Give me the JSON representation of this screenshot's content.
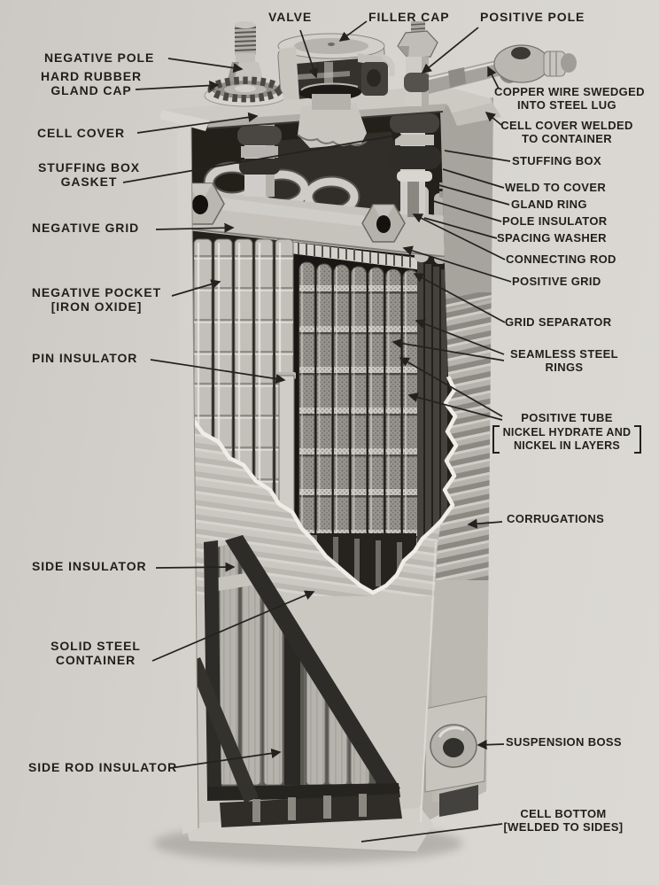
{
  "figure": {
    "type": "cutaway-technical-diagram",
    "colors": {
      "background": "#d4d1cc",
      "ink": "#22201d",
      "metal_light": "#cdcac4",
      "metal_mid": "#9a9792",
      "interior_dark": "#232019"
    }
  },
  "labels": {
    "valve": {
      "lines": [
        "VALVE"
      ]
    },
    "filler_cap": {
      "lines": [
        "FILLER CAP"
      ]
    },
    "positive_pole": {
      "lines": [
        "POSITIVE POLE"
      ]
    },
    "copper_wire_lug": {
      "lines": [
        "COPPER WIRE SWEDGED",
        "INTO STEEL LUG"
      ]
    },
    "negative_pole": {
      "lines": [
        "NEGATIVE POLE"
      ]
    },
    "hard_rubber_gland_cap": {
      "lines": [
        "HARD RUBBER",
        "GLAND CAP"
      ]
    },
    "cell_cover": {
      "lines": [
        "CELL COVER"
      ]
    },
    "cell_cover_welded": {
      "lines": [
        "CELL COVER WELDED",
        "TO CONTAINER"
      ]
    },
    "stuffing_box": {
      "lines": [
        "STUFFING BOX"
      ]
    },
    "stuffing_box_gasket": {
      "lines": [
        "STUFFING BOX",
        "GASKET"
      ]
    },
    "weld_to_cover": {
      "lines": [
        "WELD TO COVER"
      ]
    },
    "gland_ring": {
      "lines": [
        "GLAND RING"
      ]
    },
    "pole_insulator": {
      "lines": [
        "POLE INSULATOR"
      ]
    },
    "spacing_washer": {
      "lines": [
        "SPACING WASHER"
      ]
    },
    "connecting_rod": {
      "lines": [
        "CONNECTING ROD"
      ]
    },
    "negative_grid": {
      "lines": [
        "NEGATIVE GRID"
      ]
    },
    "positive_grid": {
      "lines": [
        "POSITIVE GRID"
      ]
    },
    "grid_separator": {
      "lines": [
        "GRID SEPARATOR"
      ]
    },
    "negative_pocket": {
      "lines": [
        "NEGATIVE POCKET",
        "[IRON OXIDE]"
      ]
    },
    "pin_insulator": {
      "lines": [
        "PIN INSULATOR"
      ]
    },
    "seamless_steel_rings": {
      "lines": [
        "SEAMLESS STEEL",
        "RINGS"
      ]
    },
    "positive_tube": {
      "lines": [
        "POSITIVE TUBE"
      ],
      "bracketed": [
        "NICKEL HYDRATE AND",
        "NICKEL IN LAYERS"
      ]
    },
    "corrugations": {
      "lines": [
        "CORRUGATIONS"
      ]
    },
    "side_insulator": {
      "lines": [
        "SIDE INSULATOR"
      ]
    },
    "solid_steel_container": {
      "lines": [
        "SOLID STEEL",
        "CONTAINER"
      ]
    },
    "side_rod_insulator": {
      "lines": [
        "SIDE ROD INSULATOR"
      ]
    },
    "suspension_boss": {
      "lines": [
        "SUSPENSION BOSS"
      ]
    },
    "cell_bottom": {
      "lines": [
        "CELL BOTTOM",
        "[WELDED TO SIDES]"
      ]
    }
  }
}
